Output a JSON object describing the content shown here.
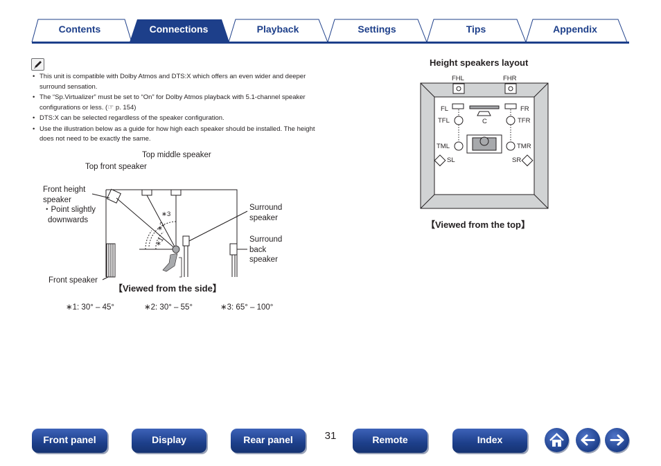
{
  "tabs": [
    {
      "label": "Contents",
      "active": false
    },
    {
      "label": "Connections",
      "active": true
    },
    {
      "label": "Playback",
      "active": false
    },
    {
      "label": "Settings",
      "active": false
    },
    {
      "label": "Tips",
      "active": false
    },
    {
      "label": "Appendix",
      "active": false
    }
  ],
  "colors": {
    "tab_active": "#1d3f8a",
    "tab_text": "#1d3f8a",
    "button_blue": "#1d3f8a"
  },
  "note": {
    "icon": "pencil-icon",
    "bullets": [
      "This unit is compatible with Dolby Atmos and DTS:X which offers an even wider and deeper surround sensation.",
      "The “Sp.Virtualizer” must be set to “On” for Dolby Atmos playback with 5.1-channel speaker configurations or less.",
      "DTS:X can be selected regardless of the speaker configuration.",
      "Use the illustration below as a guide for how high each speaker should be installed. The height does not need to be exactly the same."
    ],
    "ref_page": "p. 154"
  },
  "side_view": {
    "top_middle": "Top middle speaker",
    "top_front": "Top front speaker",
    "front_height": [
      "Front height",
      "speaker",
      "・Point slightly",
      "downwards"
    ],
    "surround": [
      "Surround",
      "speaker"
    ],
    "surround_back": [
      "Surround",
      "back",
      "speaker"
    ],
    "front_speaker": "Front speaker",
    "caption": "【Viewed from the side】",
    "angle_marks": [
      "∗3",
      "∗2",
      "∗1"
    ],
    "footnotes": [
      "∗1: 30° – 45°",
      "∗2: 30° – 55°",
      "∗3: 65° – 100°"
    ]
  },
  "top_view": {
    "title": "Height speakers layout",
    "labels": {
      "fhl": "FHL",
      "fhr": "FHR",
      "fl": "FL",
      "fr": "FR",
      "tfl": "TFL",
      "c": "C",
      "tfr": "TFR",
      "tml": "TML",
      "tmr": "TMR",
      "sl": "SL",
      "sr": "SR"
    },
    "caption": "【Viewed from the top】"
  },
  "bottom_nav": {
    "buttons": [
      "Front panel",
      "Display",
      "Rear panel",
      "Remote",
      "Index"
    ],
    "page_number": "31",
    "icons": [
      "home-icon",
      "back-arrow-icon",
      "forward-arrow-icon"
    ]
  }
}
